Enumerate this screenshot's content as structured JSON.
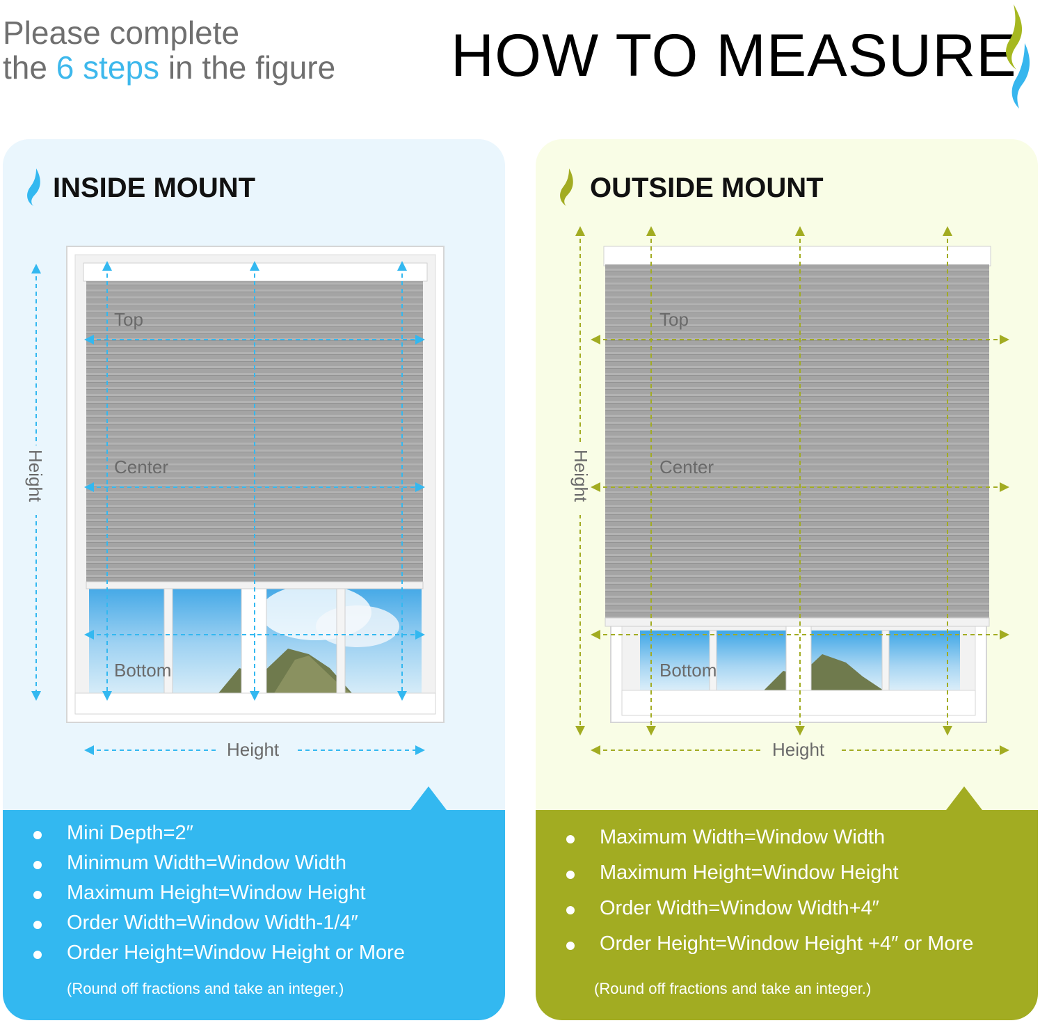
{
  "header": {
    "intro_line1": "Please complete",
    "intro_line2_pre": "the ",
    "intro_highlight": "6 steps",
    "intro_line2_post": " in the figure",
    "title": "HOW TO MEASURE"
  },
  "colors": {
    "inside_accent": "#33b8f0",
    "outside_accent": "#a2ac22",
    "inside_bg": "#eaf6fd",
    "outside_bg": "#f9fde6",
    "shade_gray": "#a3a3a3"
  },
  "icons": {
    "logo": "flame-logo-icon",
    "inside": "blue-flame-icon",
    "outside": "green-flame-icon"
  },
  "inside": {
    "title": "INSIDE MOUNT",
    "labels": {
      "top": "Top",
      "center": "Center",
      "bottom": "Bottom",
      "side": "Height",
      "bottom_dim": "Height"
    },
    "items": [
      "Mini Depth=2″",
      "Minimum Width=Window Width",
      "Maximum Height=Window Height",
      "Order Width=Window Width-1/4″",
      "Order Height=Window Height or More"
    ],
    "note": "(Round off fractions and take an integer.)"
  },
  "outside": {
    "title": "OUTSIDE MOUNT",
    "labels": {
      "top": "Top",
      "center": "Center",
      "bottom": "Bottom",
      "side": "Height",
      "bottom_dim": "Height"
    },
    "items": [
      "Maximum Width=Window Width",
      "Maximum Height=Window Height",
      "Order Width=Window Width+4″",
      "Order Height=Window Height +4″ or More"
    ],
    "note": "(Round off fractions and take an integer.)"
  }
}
